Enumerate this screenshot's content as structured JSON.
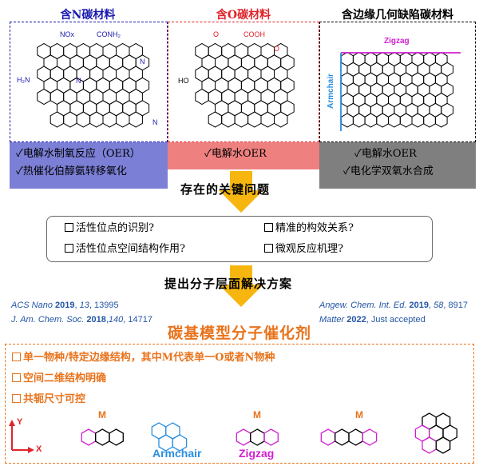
{
  "columns": [
    {
      "title": "含N碳材料",
      "title_color": "#1a1ab0",
      "labels": {
        "nox": "NOx",
        "conh2": "CONH₂",
        "n_right": "N",
        "h2n": "H₂N",
        "n_center": "N",
        "n_ring": "N"
      },
      "bullets": [
        "✓电解水制氧反应（OER）",
        "✓热催化伯醇氨转移氧化"
      ],
      "bullet_bg": "#7b7fd6"
    },
    {
      "title": "含O碳材料",
      "title_color": "#e0232a",
      "labels": {
        "o": "O",
        "cooh": "COOH",
        "o_ring": "O",
        "ho": "HO"
      },
      "bullets": [
        "✓电解水OER"
      ],
      "bullet_bg": "#ef8080"
    },
    {
      "title": "含边缘几何缺陷碳材料",
      "title_color": "#000000",
      "labels": {
        "zigzag": "Zigzag",
        "armchair": "Armchair"
      },
      "bullets": [
        "✓电解水OER",
        "✓电化学双氧水合成"
      ],
      "bullet_bg": "#7f7f7f"
    }
  ],
  "heading1": "存在的关键问题",
  "problems": [
    "活性位点的识别?",
    "精准的构效关系?",
    "活性位点空间结构作用?",
    "微观反应机理?"
  ],
  "heading2": "提出分子层面解决方案",
  "refs": {
    "left1": [
      "ACS Nano ",
      "2019",
      ", ",
      "13",
      ", 13995"
    ],
    "left2": [
      "J. Am. Chem. Soc. ",
      "2018",
      ",",
      "140",
      ", 14717"
    ],
    "right1": [
      "Angew. Chem. Int. Ed. ",
      "2019",
      ", ",
      "58",
      ", 8917"
    ],
    "right2": [
      "Matter ",
      "2022",
      ", Just accepted"
    ]
  },
  "main_title": "碳基模型分子催化剂",
  "features": [
    "单一物种/特定边缘结构，其中M代表单一O或者N物种",
    "空间二维结构明确",
    "共轭尺寸可控"
  ],
  "axes": {
    "y": "Y",
    "x": "X"
  },
  "molecules": {
    "m": "M",
    "armchair": "Armchair",
    "zigzag": "Zigzag"
  },
  "colors": {
    "orange": "#e8731c",
    "arrow": "#f6b60f",
    "blue_text": "#2255a5",
    "magenta": "#d020d0",
    "cyan": "#2a8ee0"
  }
}
